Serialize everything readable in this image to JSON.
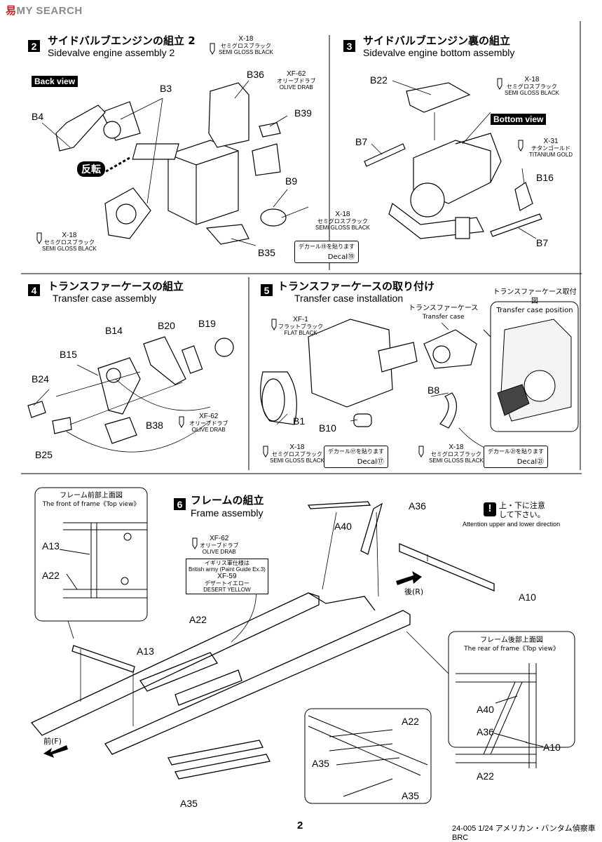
{
  "watermark": {
    "part1": "易",
    "part2": "M",
    "part3": "Y SEARCH"
  },
  "steps": {
    "s2": {
      "num": "2",
      "jp": "サイドバルブエンジンの組立 2",
      "en": "Sidevalve engine assembly 2"
    },
    "s3": {
      "num": "3",
      "jp": "サイドバルブエンジン裏の組立",
      "en": "Sidevalve engine bottom assembly"
    },
    "s4": {
      "num": "4",
      "jp": "トランスファーケースの組立",
      "en": "Transfer case assembly"
    },
    "s5": {
      "num": "5",
      "jp": "トランスファーケースの取り付け",
      "en": "Transfer case installation"
    },
    "s6": {
      "num": "6",
      "jp": "フレームの組立",
      "en": "Frame assembly"
    }
  },
  "tags": {
    "back_view": "Back view",
    "flip": "反転",
    "bottom_view": "Bottom view"
  },
  "paints": {
    "x18": {
      "code": "X-18",
      "jp": "セミグロスブラック",
      "en": "SEMI GLOSS BLACK"
    },
    "xf62": {
      "code": "XF-62",
      "jp": "オリーブドラブ",
      "en": "OLIVE DRAB"
    },
    "x31": {
      "code": "X-31",
      "jp": "チタンゴールド",
      "en": "TITANIUM GOLD"
    },
    "xf1": {
      "code": "XF-1",
      "jp": "フラットブラック",
      "en": "FLAT BLACK"
    },
    "xf59": {
      "code": "XF-59",
      "jp": "デザートイエロー",
      "en": "DESERT YELLOW"
    },
    "british": {
      "jp": "イギリス軍仕様は",
      "en": "British army (Paint Guide Ex.3)"
    }
  },
  "decals": {
    "d19": {
      "jp": "デカール⑲を貼ります",
      "en": "Decal⑲"
    },
    "d17": {
      "jp": "デカール⑰を貼ります",
      "en": "Decal⑰"
    },
    "d21": {
      "jp": "デカール㉑を貼ります",
      "en": "Decal㉑"
    }
  },
  "parts": {
    "B3": "B3",
    "B4": "B4",
    "B36": "B36",
    "B39": "B39",
    "B9": "B9",
    "B35": "B35",
    "B22": "B22",
    "B7a": "B7",
    "B7b": "B7",
    "B16": "B16",
    "B14": "B14",
    "B20": "B20",
    "B19": "B19",
    "B15": "B15",
    "B24": "B24",
    "B25": "B25",
    "B38": "B38",
    "B8": "B8",
    "B1": "B1",
    "B10": "B10",
    "A40": "A40",
    "A36": "A36",
    "A10": "A10",
    "A13a": "A13",
    "A13b": "A13",
    "A22a": "A22",
    "A22b": "A22",
    "A35a": "A35",
    "A35b": "A35",
    "A35c": "A35",
    "A22c": "A22",
    "A40r": "A40",
    "A36r": "A36",
    "A10r": "A10",
    "A22r": "A22"
  },
  "insets": {
    "transfer_case": {
      "jp": "トランスファーケース",
      "en": "Transfer case"
    },
    "tc_position": {
      "jp": "トランスファーケース取付図",
      "en": "Transfer case position"
    },
    "frame_front": {
      "jp": "フレーム前部上面図",
      "en": "The front of frame《Top view》"
    },
    "frame_rear": {
      "jp": "フレーム後部上面図",
      "en": "The rear of frame《Top view》"
    }
  },
  "attention": {
    "jp1": "上・下に注意",
    "jp2": "して下さい。",
    "en": "Attention upper and lower direction",
    "icon": "exclamation-icon"
  },
  "directions": {
    "rear": "後(R)",
    "front": "前(F)"
  },
  "footer": {
    "page": "2",
    "ref": "24-005 1/24 アメリカン・バンタム偵察車 BRC"
  }
}
